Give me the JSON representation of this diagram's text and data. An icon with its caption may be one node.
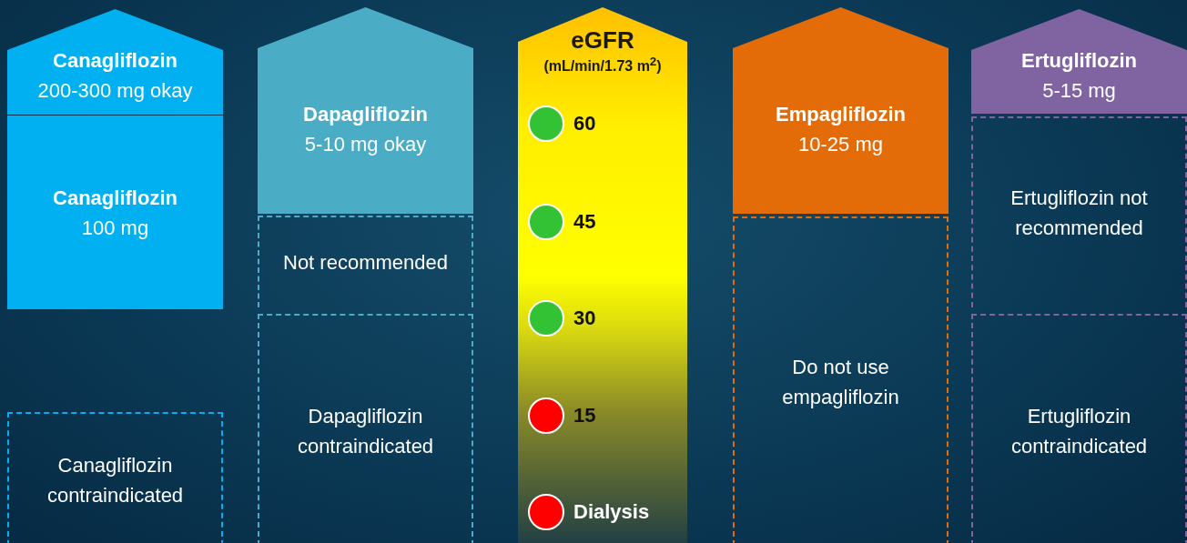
{
  "diagram": {
    "nodes": [
      {
        "text": [
          "Canagliflozin",
          "200-300 mg okay"
        ]
      },
      {
        "text": [
          "Canagliflozin",
          "100 mg"
        ]
      },
      {
        "text": [
          "Canagliflozin contraindicated"
        ]
      },
      {
        "text": [
          "Dapagliflozin",
          "5-10 mg okay"
        ]
      },
      {
        "text": [
          "Not recommended"
        ]
      },
      {
        "text": [
          "Dapagliflozin contraindicated"
        ]
      },
      {
        "text": [
          "eGFR",
          "(mL/min/1.73 m$^{2}$)"
        ]
      },
      {
        "text": [],
        "shape": "circle",
        "beside": [
          "60"
        ],
        "in": 6
      },
      {
        "text": [],
        "shape": "circle",
        "beside": [
          "45"
        ],
        "in": 6
      },
      {
        "text": [],
        "shape": "circle",
        "beside": [
          "30"
        ],
        "in": 6
      },
      {
        "text": [],
        "shape": "circle",
        "beside": [
          "15"
        ],
        "in": 6
      },
      {
        "text": [],
        "shape": "circle",
        "beside": [
          "Dialysis"
        ],
        "in": 6
      },
      {
        "text": [
          "Empagliflozin",
          "10-25 mg"
        ]
      },
      {
        "text": [
          "Do not use empagliflozin"
        ]
      },
      {
        "text": [
          "Ertugliflozin",
          "5-15 mg"
        ]
      },
      {
        "text": [
          "Ertugliflozin not recommended"
        ]
      },
      {
        "text": [
          "Ertugliflozin contraindicated"
        ]
      }
    ]
  }
}
